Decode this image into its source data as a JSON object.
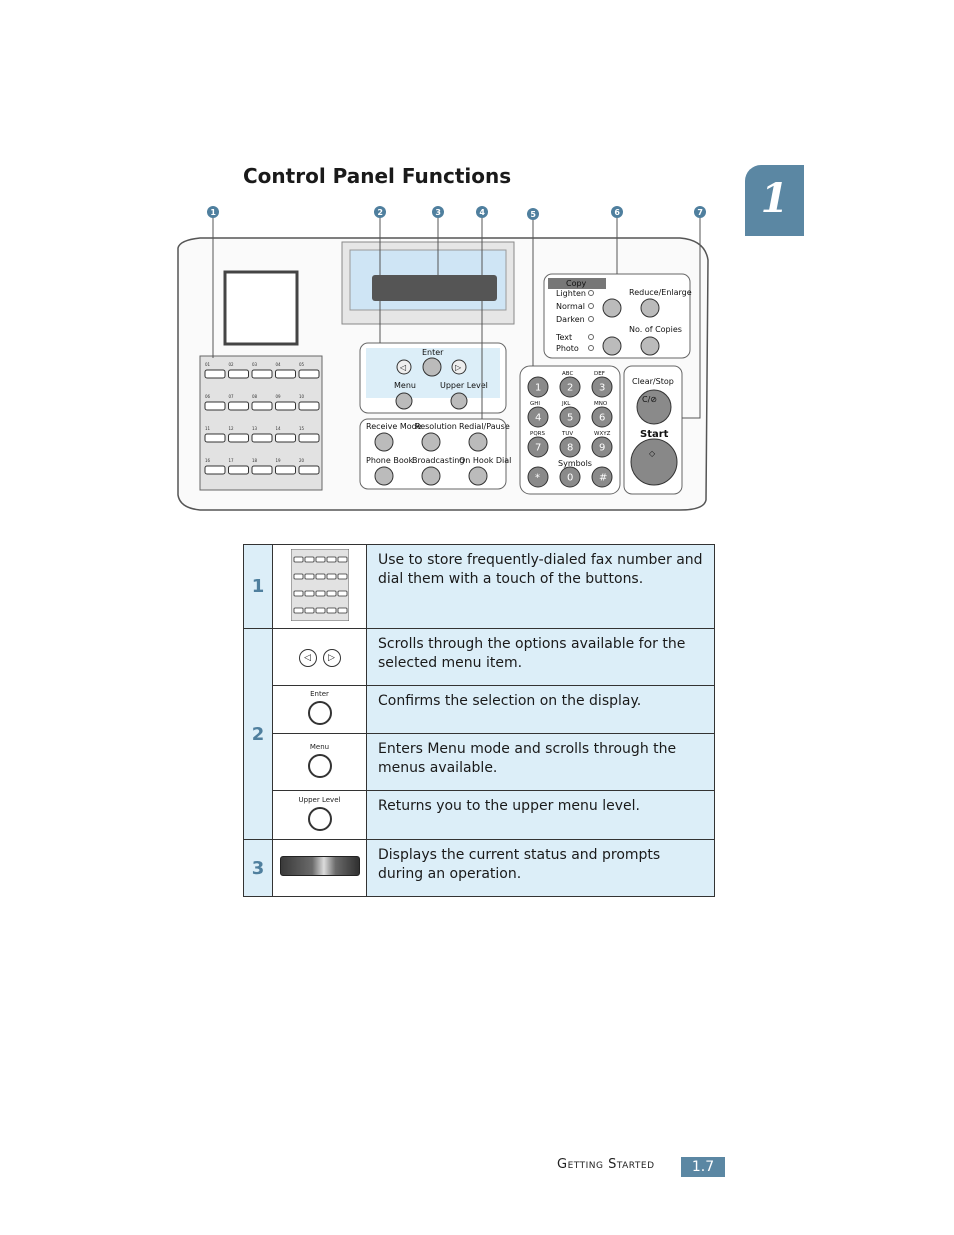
{
  "page": {
    "title": "Control Panel Functions",
    "chapter_number": "1",
    "footer_label": "Getting Started",
    "page_number": "1.7",
    "accent_color": "#5b87a3",
    "table_bg_color": "#dceef8"
  },
  "callouts": [
    "1",
    "2",
    "3",
    "4",
    "5",
    "6",
    "7"
  ],
  "panel": {
    "copy_header": "Copy",
    "copy_options": [
      "Lighten",
      "Normal",
      "Darken",
      "Text",
      "Photo"
    ],
    "reduce_enlarge": "Reduce/Enlarge",
    "no_of_copies": "No. of Copies",
    "enter": "Enter",
    "menu": "Menu",
    "upper_level": "Upper Level",
    "receive_mode": "Receive Mode",
    "resolution": "Resolution",
    "redial_pause": "Redial/Pause",
    "phone_book": "Phone Book",
    "broadcasting": "Broadcasting",
    "on_hook_dial": "On Hook Dial",
    "clear_stop": "Clear/Stop",
    "clear_stop_glyph": "C/⊘",
    "start": "Start",
    "key_letters": [
      "ABC",
      "DEF",
      "GHI",
      "JKL",
      "MNO",
      "PQRS",
      "TUV",
      "WXYZ"
    ],
    "symbols": "Symbols",
    "keypad": [
      "1",
      "2",
      "3",
      "4",
      "5",
      "6",
      "7",
      "8",
      "9",
      "*",
      "0",
      "#"
    ],
    "onetouch_labels": [
      "01",
      "02",
      "03",
      "04",
      "05",
      "06",
      "07",
      "08",
      "09",
      "10",
      "11",
      "12",
      "13",
      "14",
      "15",
      "16",
      "17",
      "18",
      "19",
      "20"
    ]
  },
  "table": {
    "rows": [
      {
        "num": "1",
        "desc": "Use to store frequently-dialed fax number and dial them with a touch of the buttons."
      },
      {
        "num": "2",
        "desc": "Scrolls through the options available for the selected menu item."
      },
      {
        "desc": "Confirms the selection on the display.",
        "btn_label": "Enter"
      },
      {
        "desc": "Enters Menu mode and scrolls through the menus available.",
        "btn_label": "Menu"
      },
      {
        "desc": "Returns you to the upper menu level.",
        "btn_label": "Upper Level"
      },
      {
        "num": "3",
        "desc": "Displays the current status and prompts during an operation."
      }
    ]
  }
}
